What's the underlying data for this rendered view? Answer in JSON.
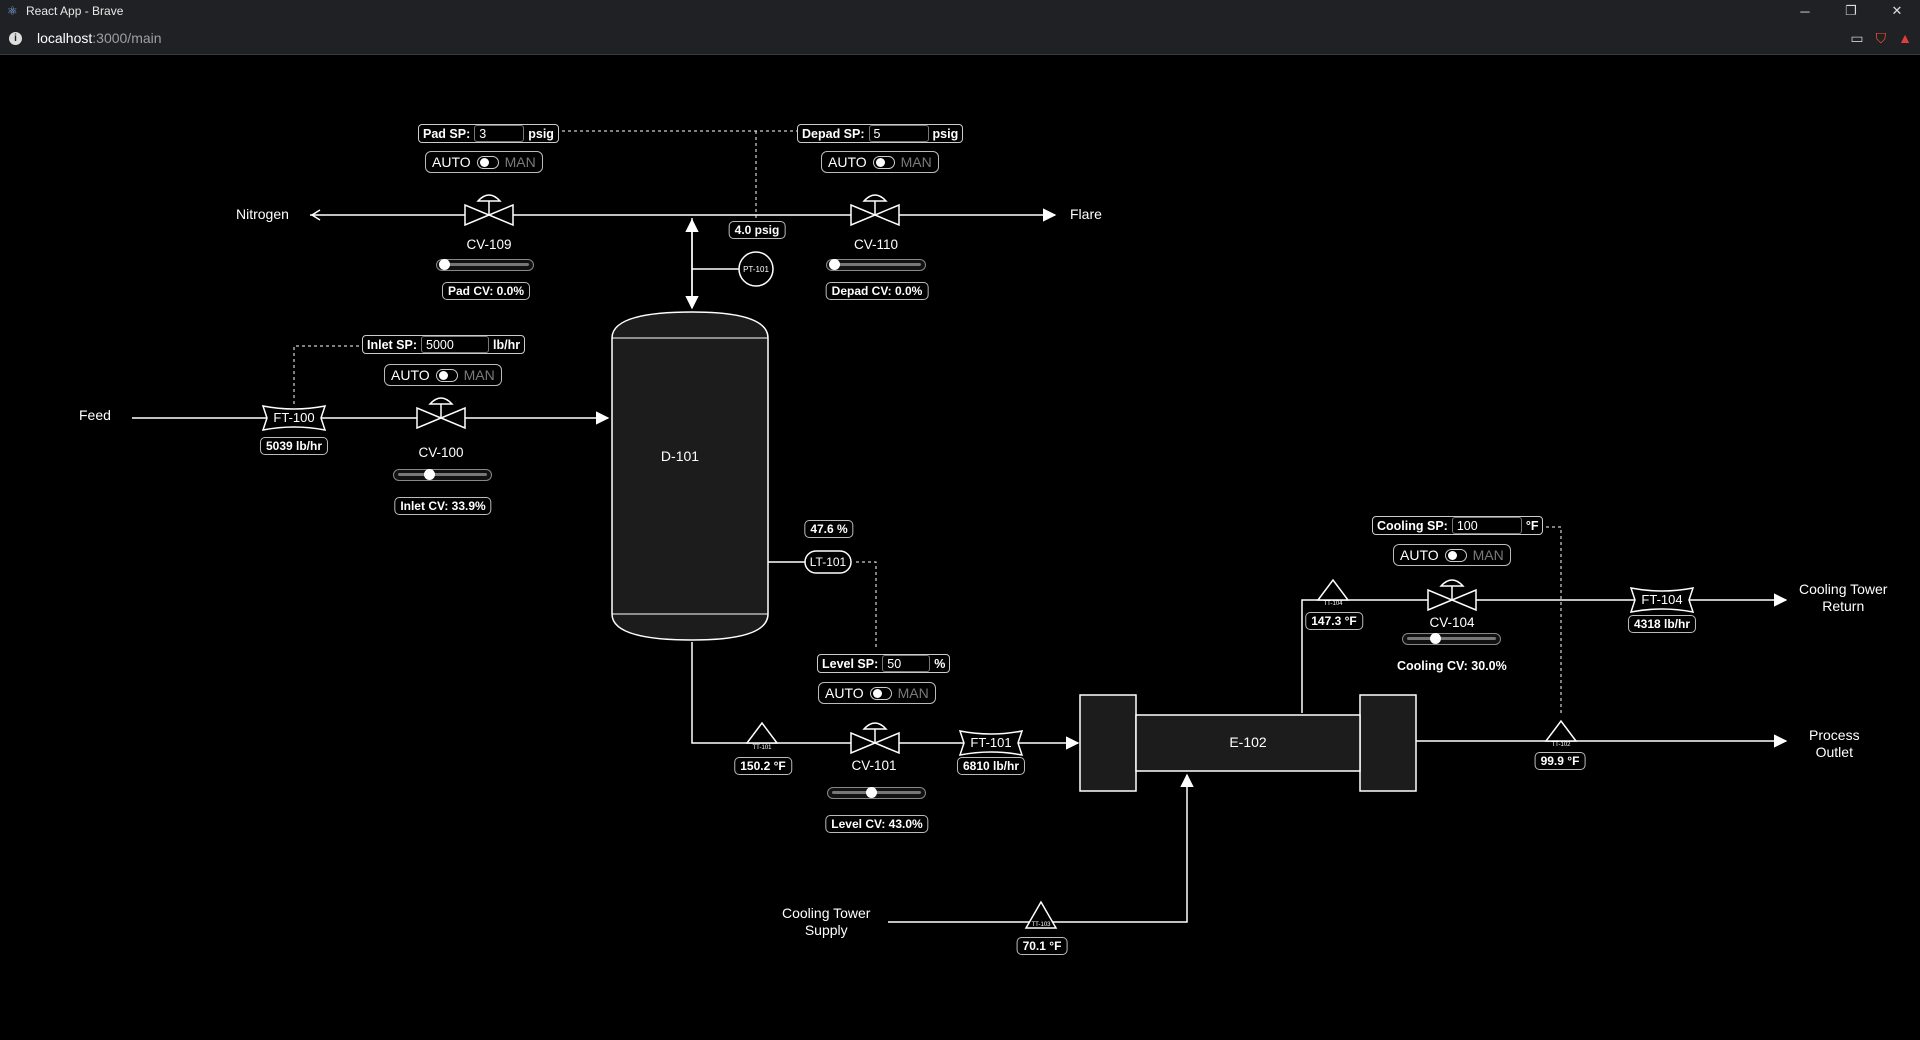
{
  "window": {
    "title": "React App - Brave",
    "minimize": "─",
    "restore": "❐",
    "close": "✕"
  },
  "address_bar": {
    "url_host": "localhost",
    "url_path": ":3000/main"
  },
  "streams": {
    "nitrogen": "Nitrogen",
    "flare": "Flare",
    "feed": "Feed",
    "cooling_tower_return": "Cooling Tower\nReturn",
    "process_outlet": "Process\nOutlet",
    "cooling_tower_supply": "Cooling Tower\nSupply"
  },
  "equipment": {
    "drum": "D-101",
    "exchanger": "E-102"
  },
  "valves": {
    "cv109": {
      "tag": "CV-109",
      "cv_label": "Pad CV: 0.0%",
      "position": 0.0
    },
    "cv110": {
      "tag": "CV-110",
      "cv_label": "Depad CV: 0.0%",
      "position": 0.0
    },
    "cv100": {
      "tag": "CV-100",
      "cv_label": "Inlet CV: 33.9%",
      "position": 33.9
    },
    "cv101": {
      "tag": "CV-101",
      "cv_label": "Level CV: 43.0%",
      "position": 43.0
    },
    "cv104": {
      "tag": "CV-104",
      "cv_label": "Cooling CV: 30.0%",
      "position": 30.0
    }
  },
  "setpoints": {
    "pad": {
      "label": "Pad SP:",
      "value": "3",
      "unit": "psig"
    },
    "depad": {
      "label": "Depad SP:",
      "value": "5",
      "unit": "psig"
    },
    "inlet": {
      "label": "Inlet SP:",
      "value": "5000",
      "unit": "lb/hr"
    },
    "level": {
      "label": "Level SP:",
      "value": "50",
      "unit": "%"
    },
    "cooling": {
      "label": "Cooling SP:",
      "value": "100",
      "unit": "°F"
    }
  },
  "mode": {
    "auto": "AUTO",
    "man": "MAN"
  },
  "instruments": {
    "pt101": {
      "tag": "PT-101",
      "value": "4.0 psig"
    },
    "ft100": {
      "tag": "FT-100",
      "value": "5039 lb/hr"
    },
    "lt101": {
      "tag": "LT-101",
      "value": "47.6 %"
    },
    "tt101": {
      "tag": "TT-101",
      "value": "150.2 °F"
    },
    "ft101": {
      "tag": "FT-101",
      "value": "6810 lb/hr"
    },
    "tt104": {
      "tag": "TT-104",
      "value": "147.3 °F"
    },
    "ft104": {
      "tag": "FT-104",
      "value": "4318 lb/hr"
    },
    "tt102": {
      "tag": "TT-102",
      "value": "99.9 °F"
    },
    "tt103": {
      "tag": "TT-103",
      "value": "70.1 °F"
    }
  }
}
